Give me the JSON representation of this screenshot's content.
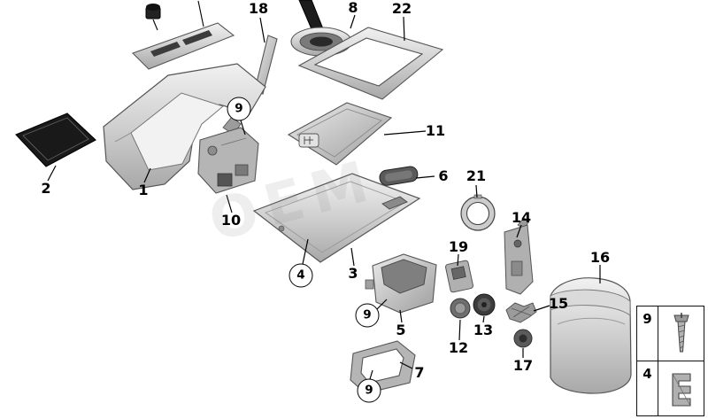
{
  "diagram": {
    "watermark": "OEM",
    "callouts": [
      {
        "text": "2",
        "kind": "plain"
      },
      {
        "text": "1",
        "kind": "plain"
      },
      {
        "text": "10",
        "kind": "plain"
      },
      {
        "text": "18",
        "kind": "plain"
      },
      {
        "text": "8",
        "kind": "plain"
      },
      {
        "text": "22",
        "kind": "plain"
      },
      {
        "text": "11",
        "kind": "plain"
      },
      {
        "text": "6",
        "kind": "plain"
      },
      {
        "text": "21",
        "kind": "plain"
      },
      {
        "text": "3",
        "kind": "plain"
      },
      {
        "text": "5",
        "kind": "plain"
      },
      {
        "text": "19",
        "kind": "plain"
      },
      {
        "text": "14",
        "kind": "plain"
      },
      {
        "text": "12",
        "kind": "plain"
      },
      {
        "text": "13",
        "kind": "plain"
      },
      {
        "text": "15",
        "kind": "plain"
      },
      {
        "text": "17",
        "kind": "plain"
      },
      {
        "text": "16",
        "kind": "plain"
      },
      {
        "text": "7",
        "kind": "plain"
      },
      {
        "text": "9",
        "kind": "circled"
      },
      {
        "text": "4",
        "kind": "circled"
      },
      {
        "text": "9",
        "kind": "circled"
      },
      {
        "text": "9",
        "kind": "circled"
      }
    ],
    "legend": {
      "rows": [
        {
          "number": "9",
          "icon": "screw-icon"
        },
        {
          "number": "4",
          "icon": "clip-icon"
        }
      ]
    }
  }
}
